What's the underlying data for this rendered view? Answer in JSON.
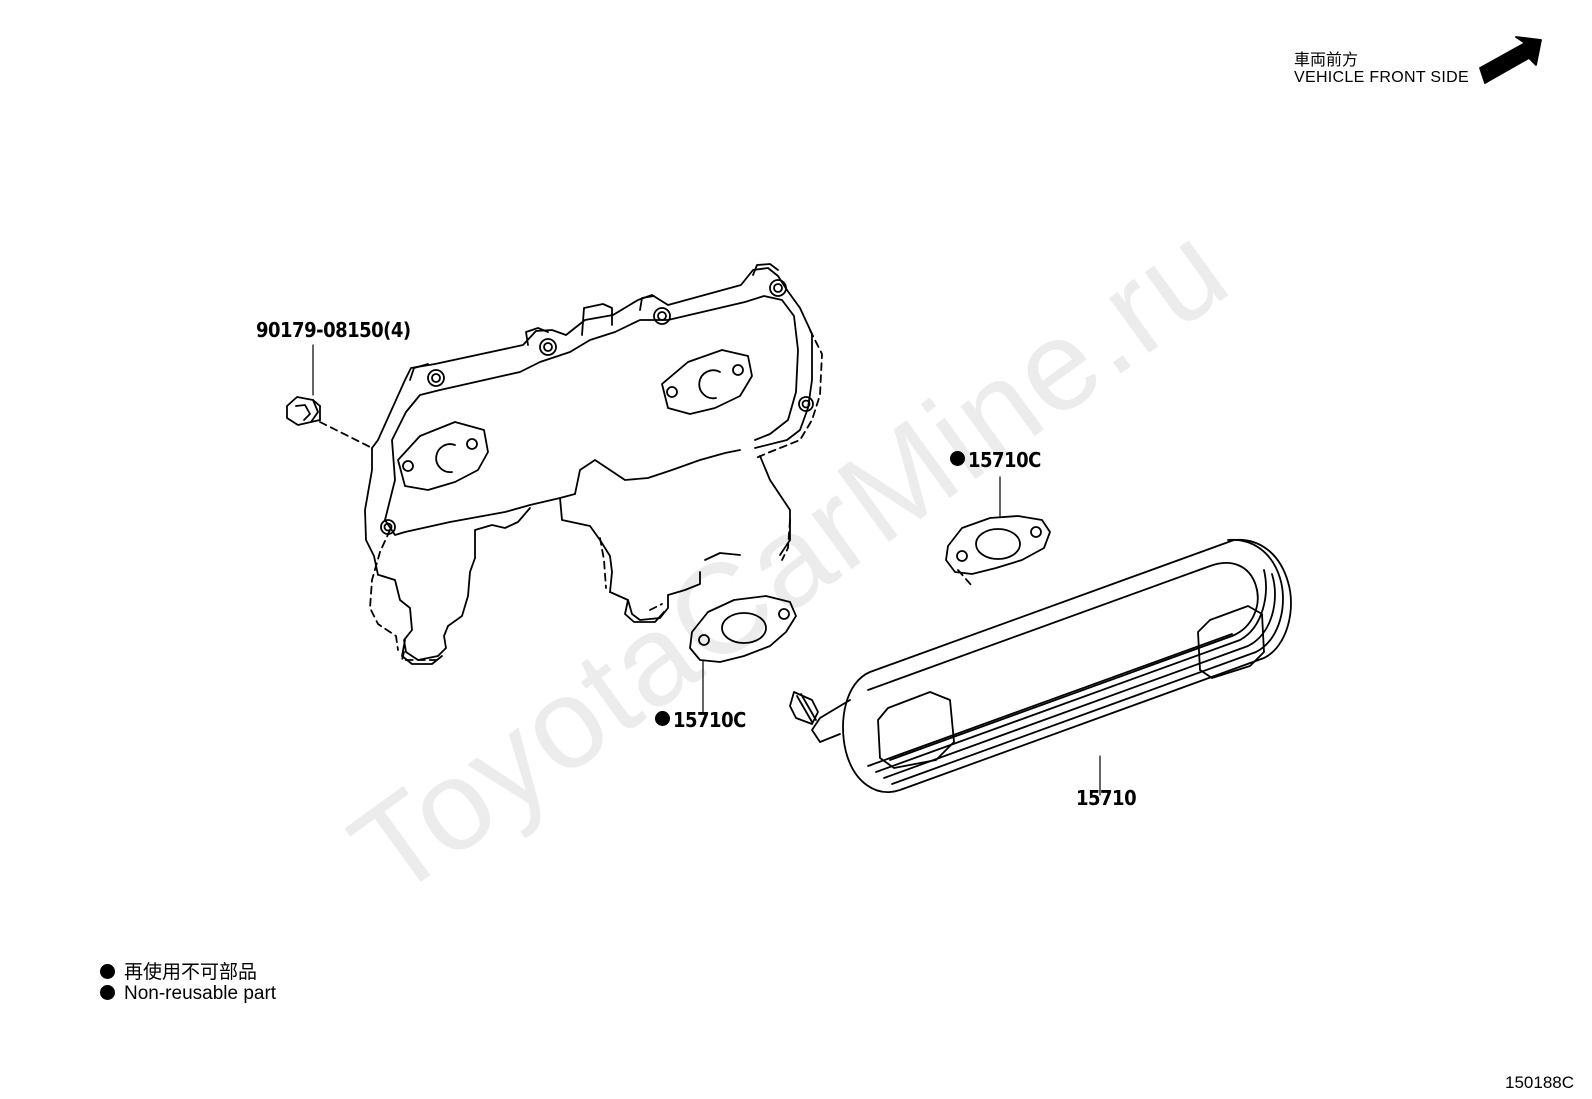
{
  "watermark": "ToyotaCarMine.ru",
  "direction": {
    "jp": "車両前方",
    "en": "VEHICLE FRONT SIDE",
    "icon": "arrow-upright-icon"
  },
  "parts": {
    "bolt": "90179-08150(4)",
    "gasket_upper": "15710C",
    "gasket_lower": "15710C",
    "cooler": "15710"
  },
  "legend": {
    "jp": "再使用不可部品",
    "en": "Non-reusable part",
    "icon": "filled-dot-icon"
  },
  "illustration_code": "150188C"
}
